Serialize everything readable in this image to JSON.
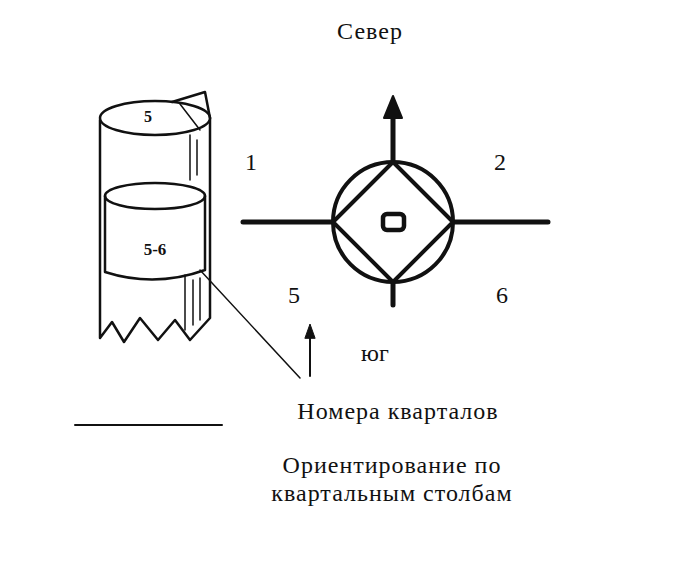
{
  "diagram": {
    "caption": "Ориентирование по квартальным столбам",
    "labels": [
      "Север",
      "1",
      "2",
      "5",
      "6",
      "юг",
      "Номера кварталов",
      "5",
      "5-6"
    ]
  }
}
